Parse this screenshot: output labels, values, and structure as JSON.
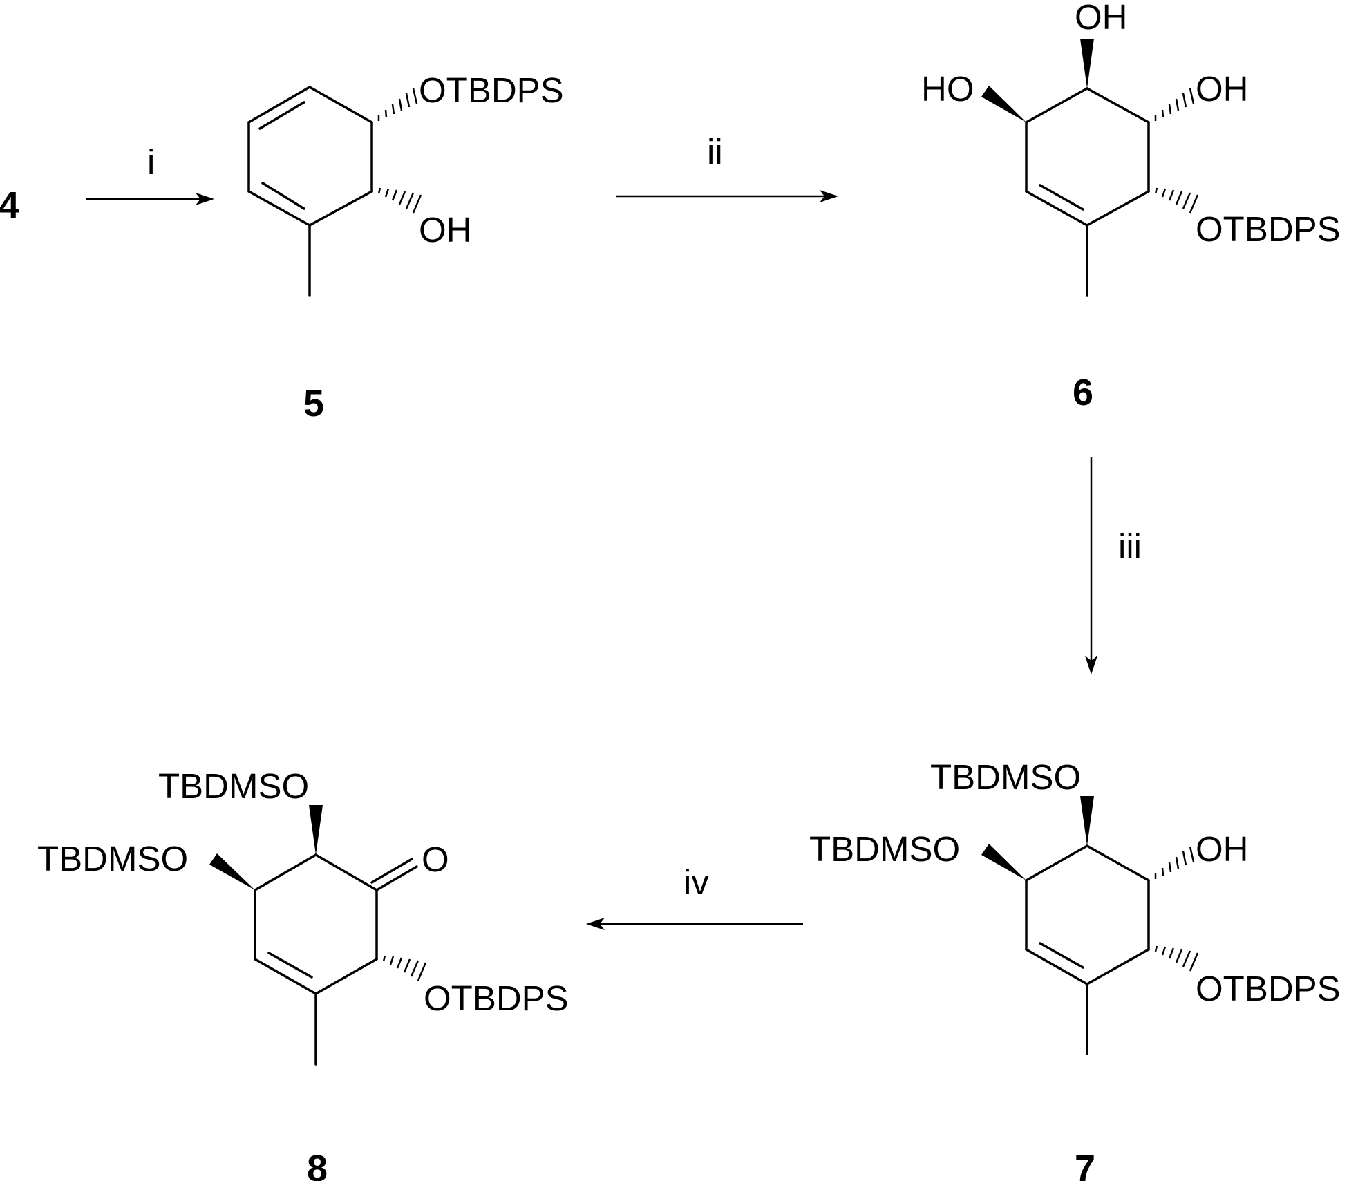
{
  "compounds": {
    "start": "4",
    "c5": "5",
    "c6": "6",
    "c7": "7",
    "c8": "8"
  },
  "reagents": {
    "step1": "i",
    "step2": "ii",
    "step3": "iii",
    "step4": "iv"
  },
  "substituents": {
    "c5_otbdps": "OTBDPS",
    "c5_oh": "OH",
    "c6_oh_top": "OH",
    "c6_ho_left": "HO",
    "c6_oh_right": "OH",
    "c6_otbdps": "OTBDPS",
    "c7_tbdmso_top": "TBDMSO",
    "c7_tbdmso_left": "TBDMSO",
    "c7_oh": "OH",
    "c7_otbdps": "OTBDPS",
    "c8_tbdmso_top": "TBDMSO",
    "c8_tbdmso_left": "TBDMSO",
    "c8_o": "O",
    "c8_otbdps": "OTBDPS"
  }
}
